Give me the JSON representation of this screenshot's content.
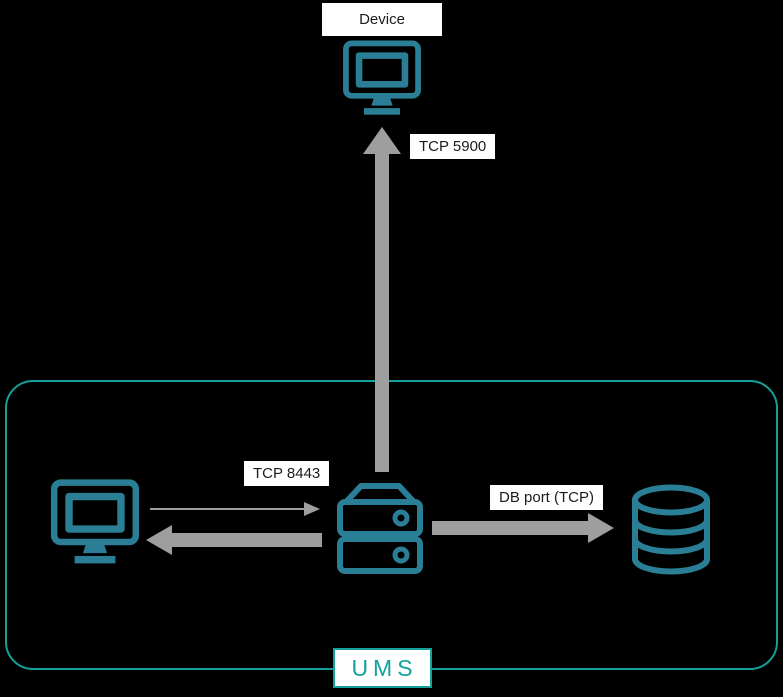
{
  "diagram": {
    "nodes": {
      "device": {
        "label": "Device",
        "icon": "monitor-icon"
      },
      "admin_console": {
        "icon": "monitor-icon"
      },
      "ums_server": {
        "icon": "server-icon"
      },
      "database": {
        "icon": "database-icon"
      },
      "ums_group": {
        "label": "UMS"
      }
    },
    "edges": [
      {
        "id": "server-to-device",
        "label": "TCP 5900",
        "direction": "up",
        "style": "thick"
      },
      {
        "id": "console-to-server",
        "label": "TCP 8443",
        "direction": "right",
        "style": "thin"
      },
      {
        "id": "server-to-console",
        "direction": "left",
        "style": "thick"
      },
      {
        "id": "server-to-database",
        "label": "DB port (TCP)",
        "direction": "right",
        "style": "thick"
      }
    ],
    "colors": {
      "background": "#000000",
      "icon_teal": "#2a7f96",
      "frame_teal": "#12a19b",
      "arrow_gray": "#9e9e9e",
      "label_bg": "#ffffff",
      "label_text": "#1b1b1b"
    }
  }
}
